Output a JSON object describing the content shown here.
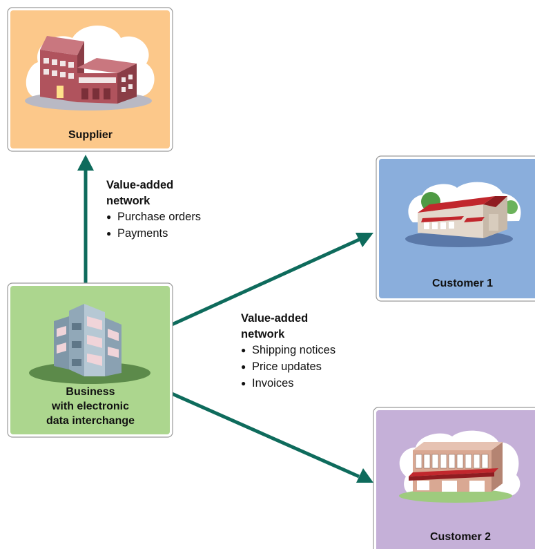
{
  "colors": {
    "supplier_bg": "#fcc88a",
    "customer1_bg": "#8aaedc",
    "business_bg": "#acd68e",
    "customer2_bg": "#c5b0d8",
    "arrow": "#0e6b5c"
  },
  "nodes": {
    "supplier": {
      "label": "Supplier",
      "icon": "factory-building-icon"
    },
    "customer1": {
      "label": "Customer 1",
      "icon": "store-building-icon"
    },
    "business": {
      "label_lines": [
        "Business",
        "with electronic",
        "data interchange"
      ],
      "icon": "office-building-icon"
    },
    "customer2": {
      "label": "Customer 2",
      "icon": "shop-building-icon"
    }
  },
  "networks": {
    "supplier_link": {
      "title_lines": [
        "Value-added",
        "network"
      ],
      "items": [
        "Purchase orders",
        "Payments"
      ]
    },
    "customer_link": {
      "title_lines": [
        "Value-added",
        "network"
      ],
      "items": [
        "Shipping notices",
        "Price updates",
        "Invoices"
      ]
    }
  }
}
